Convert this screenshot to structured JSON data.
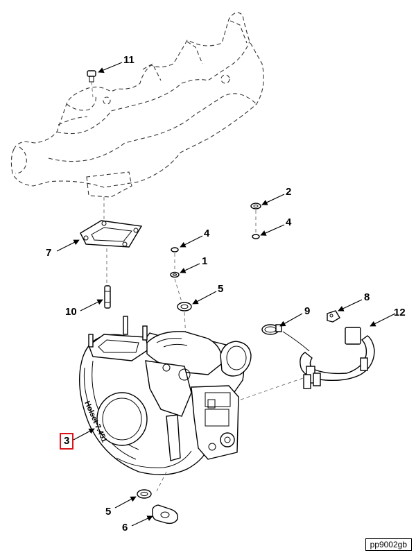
{
  "callouts": [
    {
      "id": "c11",
      "label": "11",
      "part": "manifold-capscrew"
    },
    {
      "id": "c2",
      "label": "2",
      "part": "o-ring-upper"
    },
    {
      "id": "c4a",
      "label": "4",
      "part": "washer-upper-right"
    },
    {
      "id": "c4b",
      "label": "4",
      "part": "washer-center"
    },
    {
      "id": "c1",
      "label": "1",
      "part": "o-ring-center"
    },
    {
      "id": "c5a",
      "label": "5",
      "part": "seal-ring-center"
    },
    {
      "id": "c7",
      "label": "7",
      "part": "turbo-gasket"
    },
    {
      "id": "c10",
      "label": "10",
      "part": "mounting-stud"
    },
    {
      "id": "c9",
      "label": "9",
      "part": "hose-clamp"
    },
    {
      "id": "c8",
      "label": "8",
      "part": "sensor-connector"
    },
    {
      "id": "c12",
      "label": "12",
      "part": "wiring-harness"
    },
    {
      "id": "c3",
      "label": "3",
      "part": "turbocharger",
      "highlighted": true
    },
    {
      "id": "c5b",
      "label": "5",
      "part": "seal-ring-lower"
    },
    {
      "id": "c6",
      "label": "6",
      "part": "drain-gasket"
    }
  ],
  "housing_lettering": "Holset 7.451",
  "diagram_code": "pp9002gb",
  "colors": {
    "highlight": "#d9141b",
    "line": "#000000",
    "ghost": "#333333"
  }
}
